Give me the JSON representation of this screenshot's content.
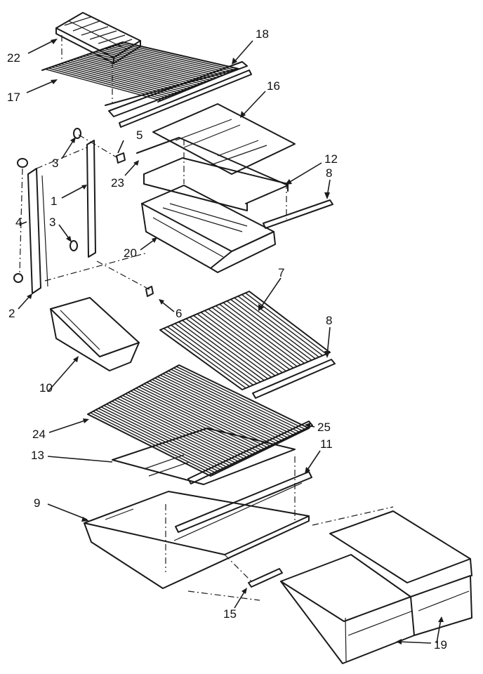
{
  "callouts": {
    "c22": "22",
    "c17": "17",
    "c18": "18",
    "c16": "16",
    "c5": "5",
    "c3a": "3",
    "c23": "23",
    "c12": "12",
    "c8a": "8",
    "c1": "1",
    "c4": "4",
    "c3b": "3",
    "c20": "20",
    "c2": "2",
    "c6": "6",
    "c7": "7",
    "c8b": "8",
    "c10": "10",
    "c24": "24",
    "c25": "25",
    "c13": "13",
    "c11": "11",
    "c9": "9",
    "c15": "15",
    "c19": "19"
  }
}
